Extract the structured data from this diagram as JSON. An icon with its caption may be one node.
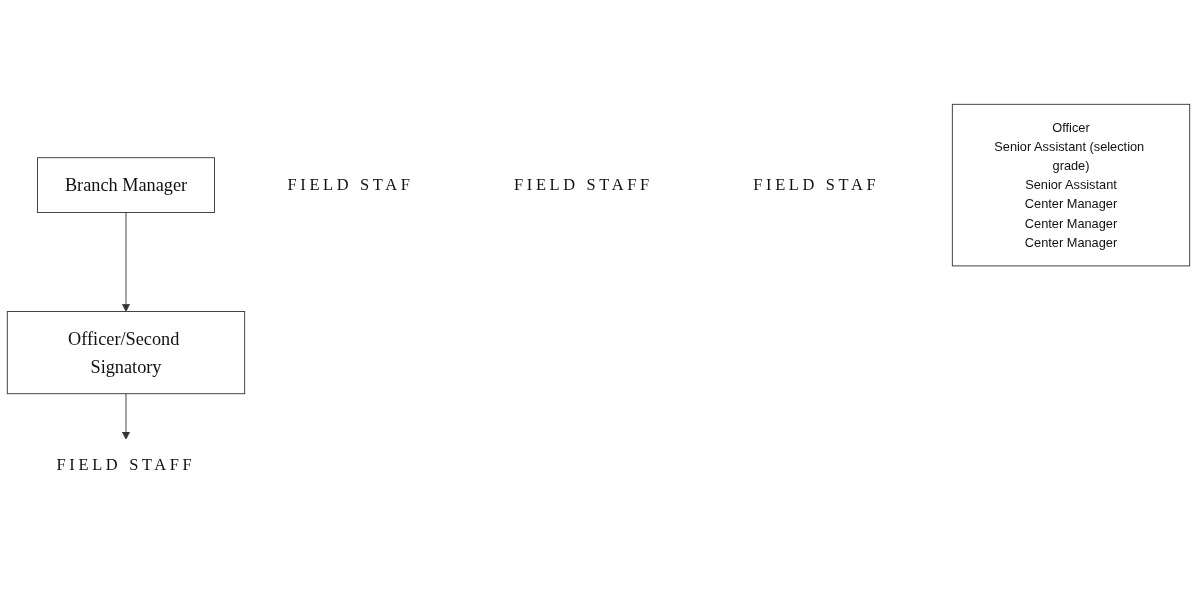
{
  "diagram": {
    "nodes": [
      {
        "text": [
          "Branch Manager"
        ]
      },
      {
        "text": [
          "Officer/Second Signatory"
        ]
      },
      {
        "text": [
          "FIELD STAF"
        ]
      },
      {
        "text": [
          "FIELD STAFF"
        ]
      },
      {
        "text": [
          "FIELD STAFF"
        ]
      },
      {
        "text": [
          "FIELD STAF"
        ]
      },
      {
        "text": [
          "Officer",
          "Senior Assistant (selection grade)",
          "Senior Assistant",
          "Center Manager",
          "Center Manager",
          "Center Manager"
        ]
      }
    ],
    "edges": [
      {
        "from": 0,
        "to": 1,
        "arrow": "to"
      },
      {
        "from": 1,
        "to": 4,
        "arrow": "to"
      }
    ]
  }
}
